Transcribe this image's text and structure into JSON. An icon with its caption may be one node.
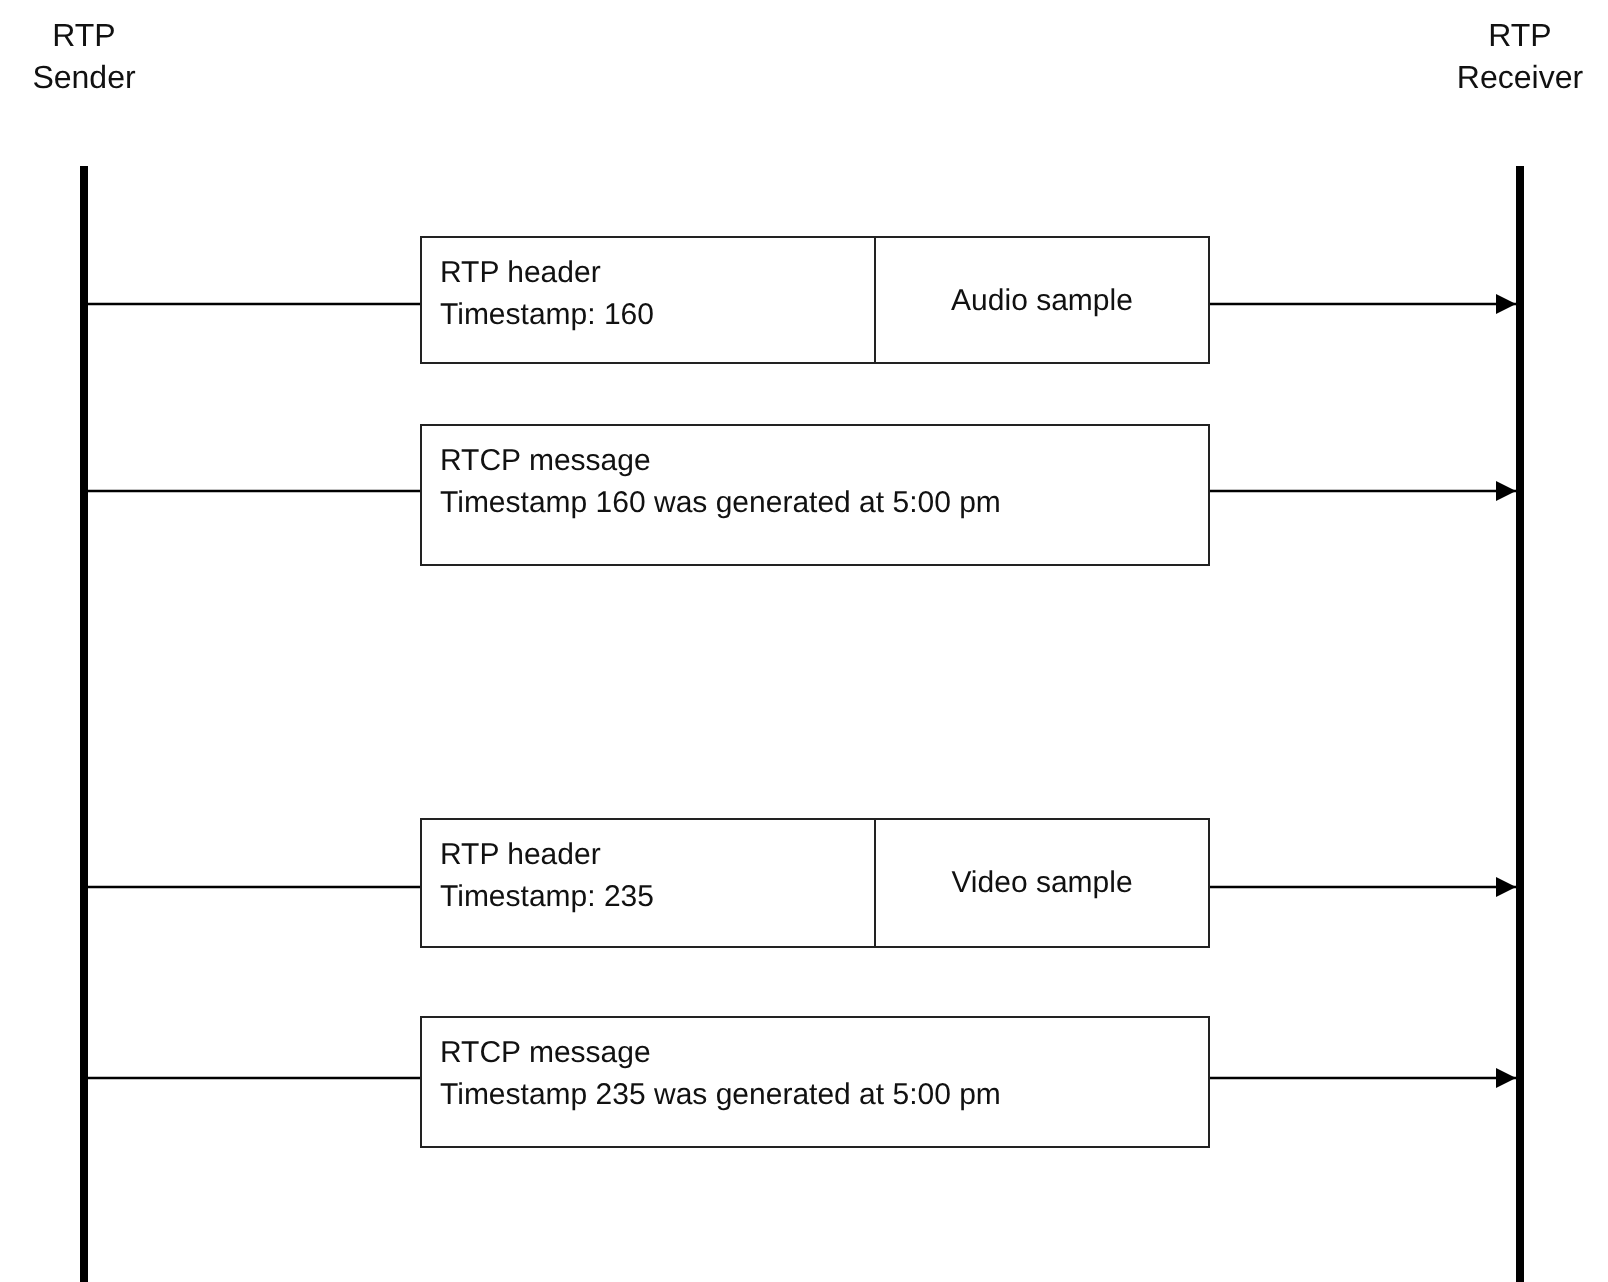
{
  "diagram": {
    "nodes": [
      {
        "text": [
          "RTP Sender"
        ]
      },
      {
        "text": [
          "RTP Receiver"
        ]
      },
      {
        "text": [
          "RTP header",
          "Timestamp: 160",
          "Audio sample"
        ]
      },
      {
        "text": [
          "RTCP message",
          "Timestamp 160 was generated at 5:00 pm"
        ]
      },
      {
        "text": [
          "RTP header",
          "Timestamp: 235",
          "Video sample"
        ]
      },
      {
        "text": [
          "RTCP message",
          "Timestamp 235 was generated at 5:00 pm"
        ]
      }
    ],
    "edges": [
      {
        "from": 0,
        "to": 2,
        "arrow": "none"
      },
      {
        "from": 2,
        "to": 1,
        "arrow": "to"
      },
      {
        "from": 0,
        "to": 3,
        "arrow": "none"
      },
      {
        "from": 3,
        "to": 1,
        "arrow": "to"
      },
      {
        "from": 0,
        "to": 4,
        "arrow": "none"
      },
      {
        "from": 4,
        "to": 1,
        "arrow": "to"
      },
      {
        "from": 0,
        "to": 5,
        "arrow": "none"
      },
      {
        "from": 5,
        "to": 1,
        "arrow": "to"
      }
    ]
  }
}
